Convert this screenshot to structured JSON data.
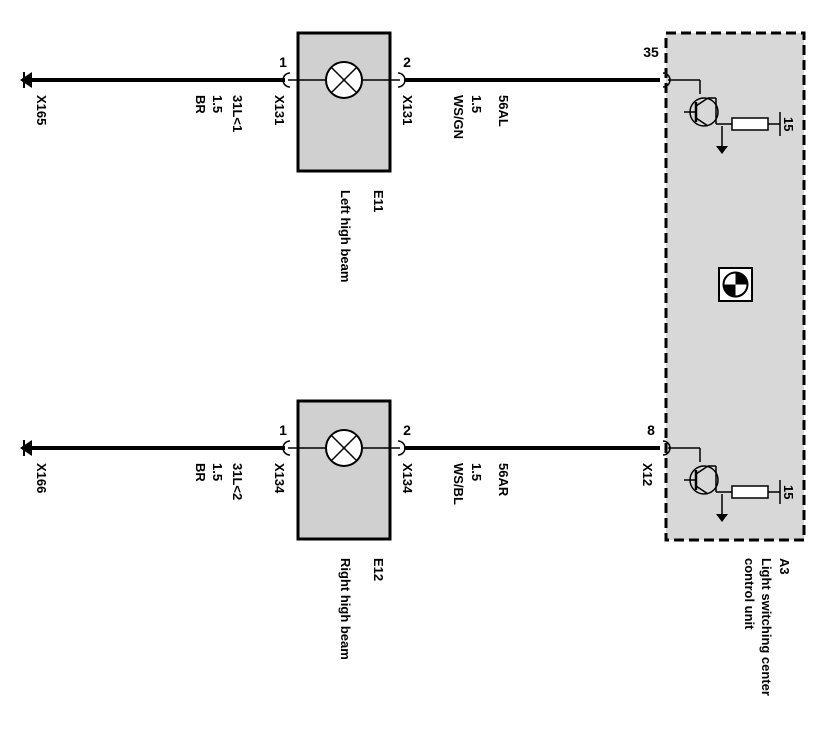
{
  "ecu": {
    "id": "A3",
    "name_line1": "Light switching center",
    "name_line2": "control unit",
    "pin_left": "35",
    "pin_right": "8",
    "connector_right": "X12",
    "supply_left": "15",
    "supply_right": "15",
    "icon": "bmw-logo-icon"
  },
  "lamps": [
    {
      "id": "E11",
      "name": "Left high beam",
      "pin1": "1",
      "pin2": "2",
      "connector_in": "X131",
      "connector_out": "X131",
      "ground_circuit": "31L<1",
      "ground_size": "1.5",
      "ground_color": "BR",
      "feed_circuit": "56AL",
      "feed_size": "1.5",
      "feed_color": "WS/GN",
      "ground_point": "X165"
    },
    {
      "id": "E12",
      "name": "Right high beam",
      "pin1": "1",
      "pin2": "2",
      "connector_in": "X134",
      "connector_out": "X134",
      "ground_circuit": "31L<2",
      "ground_size": "1.5",
      "ground_color": "BR",
      "feed_circuit": "56AR",
      "feed_size": "1.5",
      "feed_color": "WS/BL",
      "ground_point": "X166"
    }
  ],
  "colors": {
    "component_fill": "#d0d0d0",
    "ecu_fill": "#d8d8d8",
    "line": "#000000"
  }
}
